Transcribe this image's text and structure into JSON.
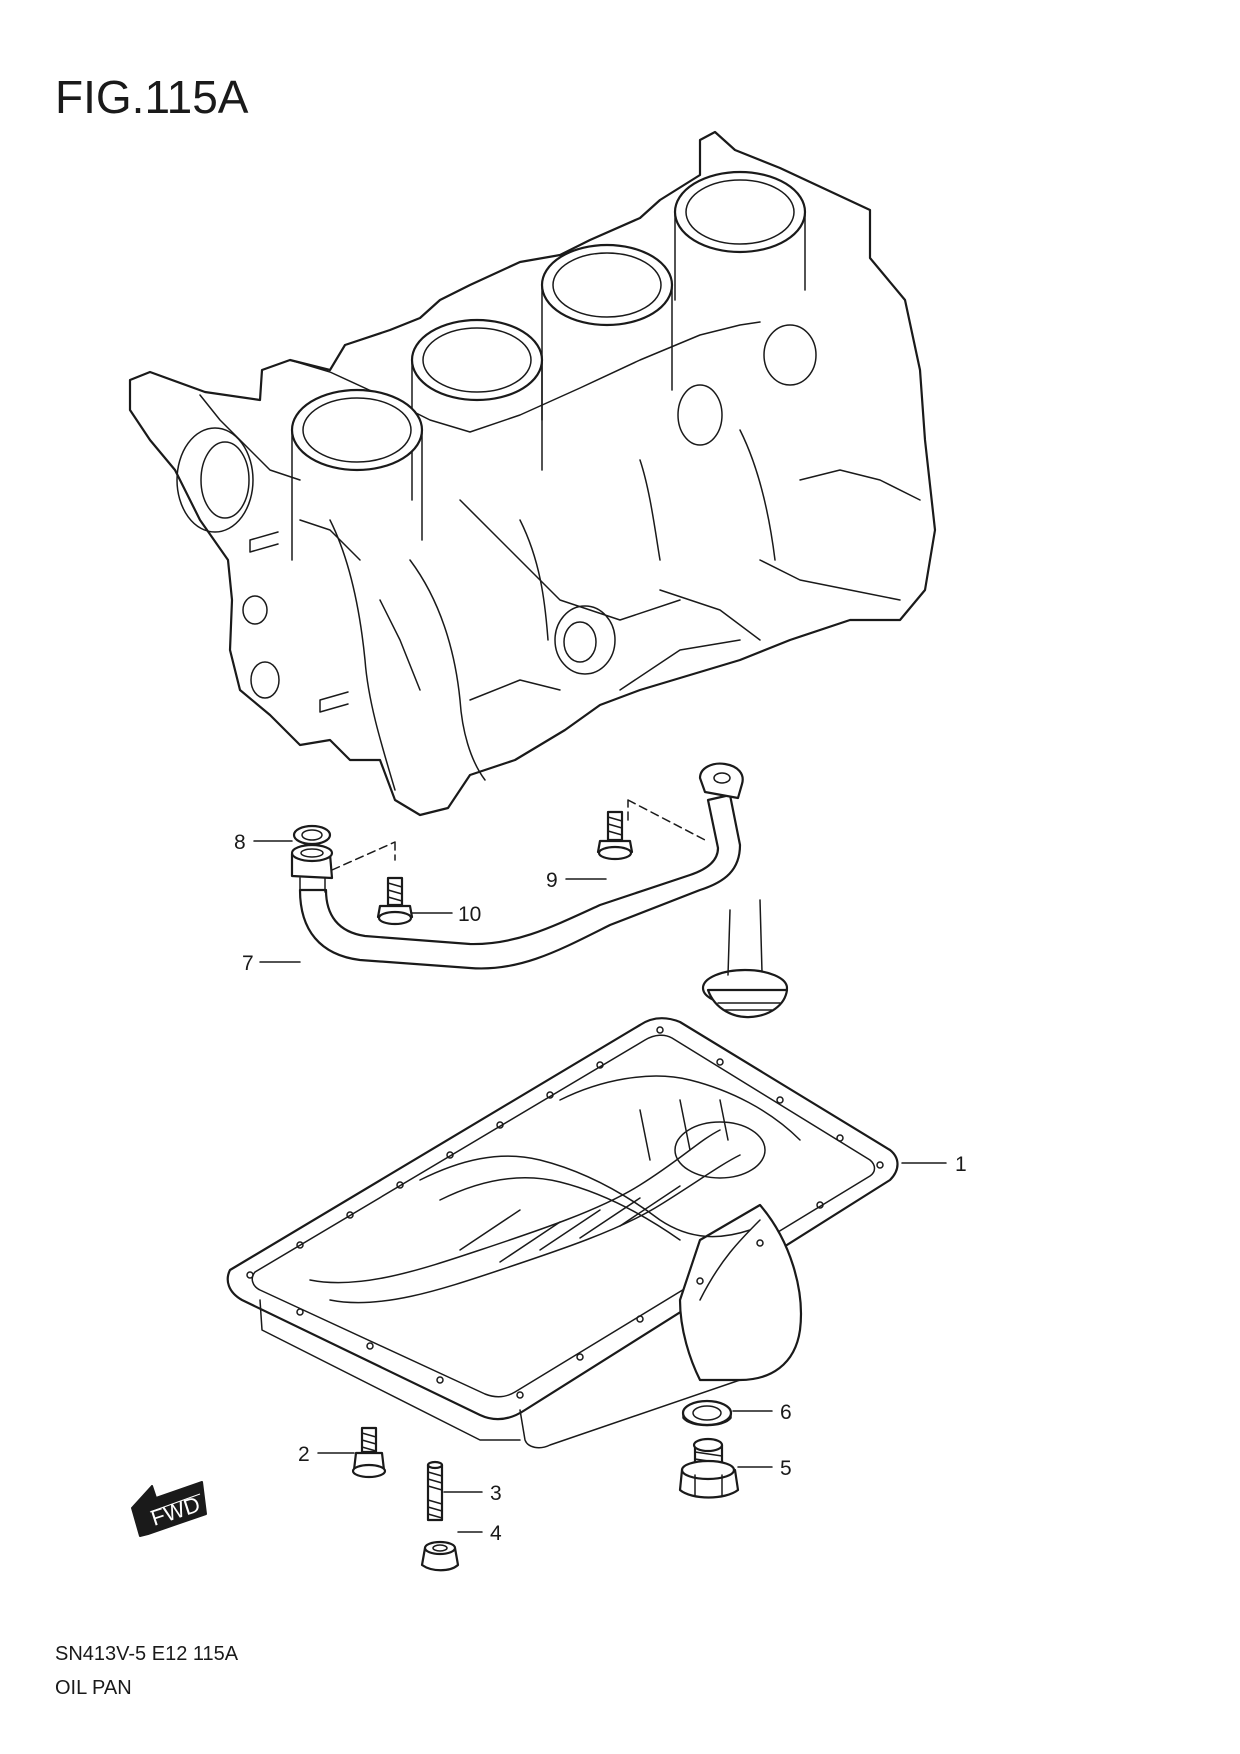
{
  "figure": {
    "title": "FIG.115A"
  },
  "footer": {
    "code": "SN413V-5 E12 115A",
    "name": "OIL PAN"
  },
  "callouts": [
    {
      "id": "1",
      "label": "1"
    },
    {
      "id": "2",
      "label": "2"
    },
    {
      "id": "3",
      "label": "3"
    },
    {
      "id": "4",
      "label": "4"
    },
    {
      "id": "5",
      "label": "5"
    },
    {
      "id": "6",
      "label": "6"
    },
    {
      "id": "7",
      "label": "7"
    },
    {
      "id": "8",
      "label": "8"
    },
    {
      "id": "9",
      "label": "9"
    },
    {
      "id": "10",
      "label": "10"
    }
  ],
  "direction_marker": {
    "label": "FWD",
    "icon": "arrow-left-down-icon"
  },
  "colors": {
    "ink": "#1a1a1a",
    "background": "#ffffff"
  }
}
